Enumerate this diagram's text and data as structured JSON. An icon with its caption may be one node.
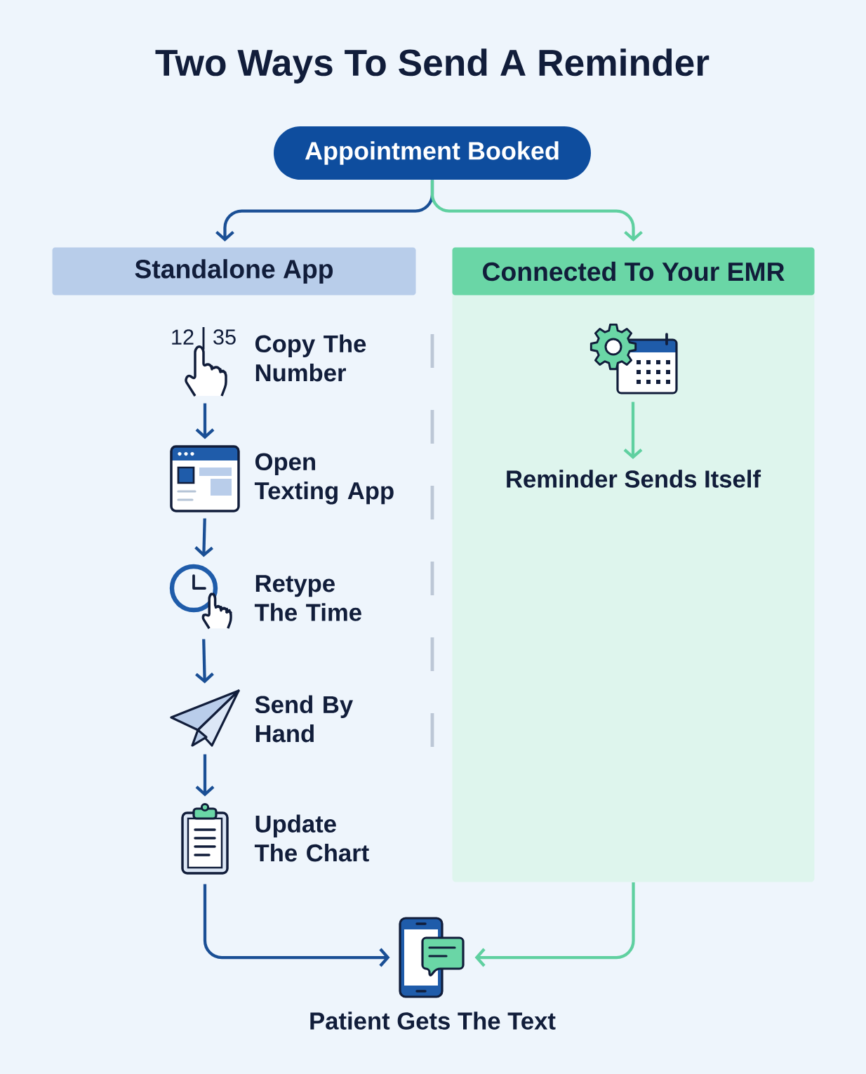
{
  "diagram": {
    "title": "Two Ways To Send A Reminder",
    "nodes": [
      {
        "text": [
          "Appointment Booked"
        ]
      },
      {
        "text": [
          "Standalone App"
        ]
      },
      {
        "text": [
          "Connected To Your EMR"
        ]
      },
      {
        "text": [],
        "shape": "picture",
        "beside": [
          "Copy The Number"
        ]
      },
      {
        "text": [],
        "shape": "picture",
        "beside": [
          "Open Texting App"
        ]
      },
      {
        "text": [],
        "shape": "picture",
        "beside": [
          "Retype The Time"
        ]
      },
      {
        "text": [],
        "shape": "picture",
        "beside": [
          "Send By Hand"
        ]
      },
      {
        "text": [],
        "shape": "picture",
        "beside": [
          "Update The Chart"
        ]
      },
      {
        "text": [],
        "shape": "picture",
        "in": 2
      },
      {
        "text": [
          "Reminder Sends Itself"
        ],
        "in": 2
      },
      {
        "text": [],
        "shape": "picture",
        "beside": [
          "Patient Gets The Text"
        ]
      }
    ],
    "edges": [
      {
        "from": 0,
        "to": 1,
        "arrow": "to"
      },
      {
        "from": 0,
        "to": 2,
        "arrow": "to",
        "color": "#5fd0a0"
      },
      {
        "from": 3,
        "to": 4,
        "arrow": "to"
      },
      {
        "from": 4,
        "to": 5,
        "arrow": "to"
      },
      {
        "from": 5,
        "to": 6,
        "arrow": "to"
      },
      {
        "from": 6,
        "to": 7,
        "arrow": "to"
      },
      {
        "from": 8,
        "to": 9,
        "arrow": "to",
        "color": "#5fd0a0"
      },
      {
        "from": 7,
        "to": 10,
        "arrow": "to"
      },
      {
        "from": 2,
        "to": 10,
        "arrow": "to",
        "color": "#5fd0a0"
      }
    ],
    "labels": [
      "12",
      "35"
    ]
  }
}
